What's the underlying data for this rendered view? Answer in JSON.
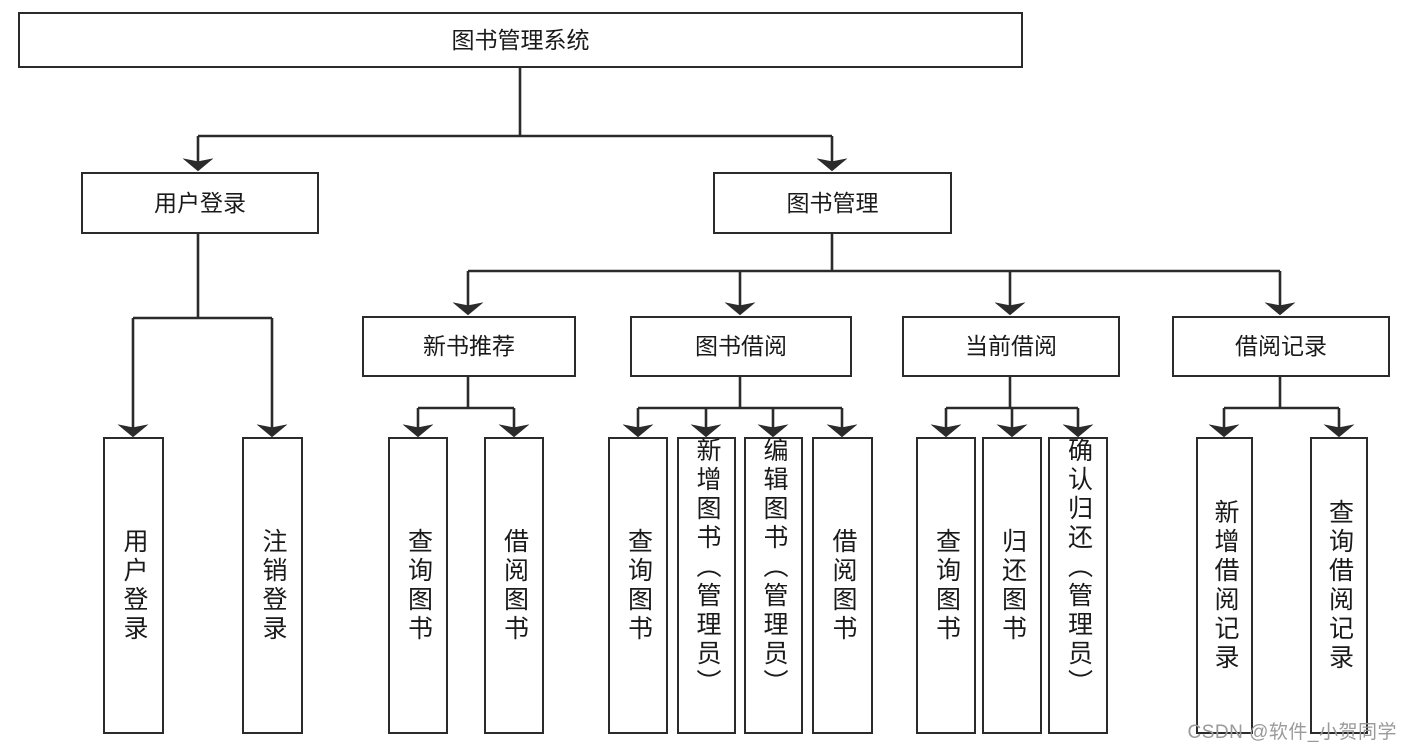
{
  "diagram": {
    "title": "图书管理系统",
    "type": "tree-hierarchy-chart",
    "orientation": "top-down",
    "nodes": {
      "root": {
        "label": "图书管理系统"
      },
      "level2": [
        {
          "id": "user-login",
          "label": "用户登录"
        },
        {
          "id": "book-management",
          "label": "图书管理"
        }
      ],
      "level3": [
        {
          "id": "new-book-recommend",
          "label": "新书推荐"
        },
        {
          "id": "book-borrow",
          "label": "图书借阅"
        },
        {
          "id": "current-borrow",
          "label": "当前借阅"
        },
        {
          "id": "borrow-record",
          "label": "借阅记录"
        }
      ],
      "leaves": {
        "user-login": [
          {
            "id": "leaf-user-login",
            "label": "用户登录"
          },
          {
            "id": "leaf-user-logout",
            "label": "注销登录"
          }
        ],
        "new-book-recommend": [
          {
            "id": "leaf-query-book-1",
            "label": "查询图书"
          },
          {
            "id": "leaf-borrow-book-1",
            "label": "借阅图书"
          }
        ],
        "book-borrow": [
          {
            "id": "leaf-query-book-2",
            "label": "查询图书"
          },
          {
            "id": "leaf-add-book-admin",
            "label": "新增图书（管理员）"
          },
          {
            "id": "leaf-edit-book-admin",
            "label": "编辑图书（管理员）"
          },
          {
            "id": "leaf-borrow-book-2",
            "label": "借阅图书"
          }
        ],
        "current-borrow": [
          {
            "id": "leaf-query-book-3",
            "label": "查询图书"
          },
          {
            "id": "leaf-return-book",
            "label": "归还图书"
          },
          {
            "id": "leaf-confirm-return-admin",
            "label": "确认归还（管理员）"
          }
        ],
        "borrow-record": [
          {
            "id": "leaf-add-borrow-record",
            "label": "新增借阅记录"
          },
          {
            "id": "leaf-query-borrow-record",
            "label": "查询借阅记录"
          }
        ]
      }
    },
    "colors": {
      "stroke": "#2b2b2b",
      "fill": "#ffffff",
      "text": "#1a1a1a",
      "watermark": "#9a9a9a"
    }
  },
  "watermark": {
    "text": "CSDN @软件_小贺同学"
  }
}
